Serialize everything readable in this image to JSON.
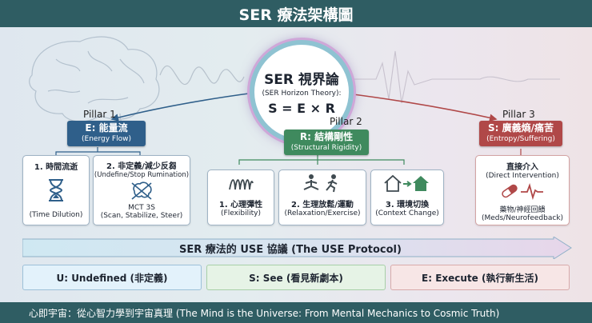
{
  "title": "SER 療法架構圖",
  "core": {
    "title": "SER 視界論",
    "subtitle": "(SER Horizon Theory):",
    "formula": "S = E × R"
  },
  "pillars": [
    {
      "label": "Pillar 1",
      "name": "E: 能量流",
      "name_en": "(Energy Flow)",
      "color": "#2f5f8a",
      "items": [
        {
          "title": "1. 時間流逝",
          "caption": "(Time Dilution)",
          "icon": "hourglass-icon"
        },
        {
          "title": "2. 非定義/減少反芻",
          "subtitle": "(Undefine/Stop Rumination)",
          "caption1": "MCT 3S",
          "caption2": "(Scan, Stabilize, Steer)",
          "icon": "crossed-brain-icon"
        }
      ]
    },
    {
      "label": "Pillar 2",
      "name": "R: 結構剛性",
      "name_en": "(Structural Rigidity)",
      "color": "#3f8a5e",
      "items": [
        {
          "title": "1. 心理彈性",
          "caption": "(Flexibility)",
          "icon": "spring-icon"
        },
        {
          "title": "2. 生理放鬆/運動",
          "caption": "(Relaxation/Exercise)",
          "icon": "meditate-run-icon"
        },
        {
          "title": "3. 環境切換",
          "caption": "(Context Change)",
          "icon": "house-switch-icon"
        }
      ]
    },
    {
      "label": "Pillar 3",
      "name": "S: 廣義熵/痛苦",
      "name_en": "(Entropy/Suffering)",
      "color": "#b04848",
      "items": [
        {
          "title": "直接介入",
          "subtitle": "(Direct Intervention)",
          "caption1": "藥物/神經回饋",
          "caption2": "(Meds/Neurofeedback)",
          "icon": "pill-pulse-icon"
        }
      ]
    }
  ],
  "protocol": {
    "label": "SER 療法的 USE 協議 (The USE Protocol)",
    "steps": [
      {
        "label": "U: Undefined (非定義)",
        "color": "#e3f2fb"
      },
      {
        "label": "S: See (看見新劇本)",
        "color": "#e6f3e6"
      },
      {
        "label": "E: Execute (執行新生活)",
        "color": "#f7e6e6"
      }
    ]
  },
  "footer": "心即宇宙：從心智力學到宇宙真理 (The Mind is the Universe: From Mental Mechanics to Cosmic Truth)"
}
